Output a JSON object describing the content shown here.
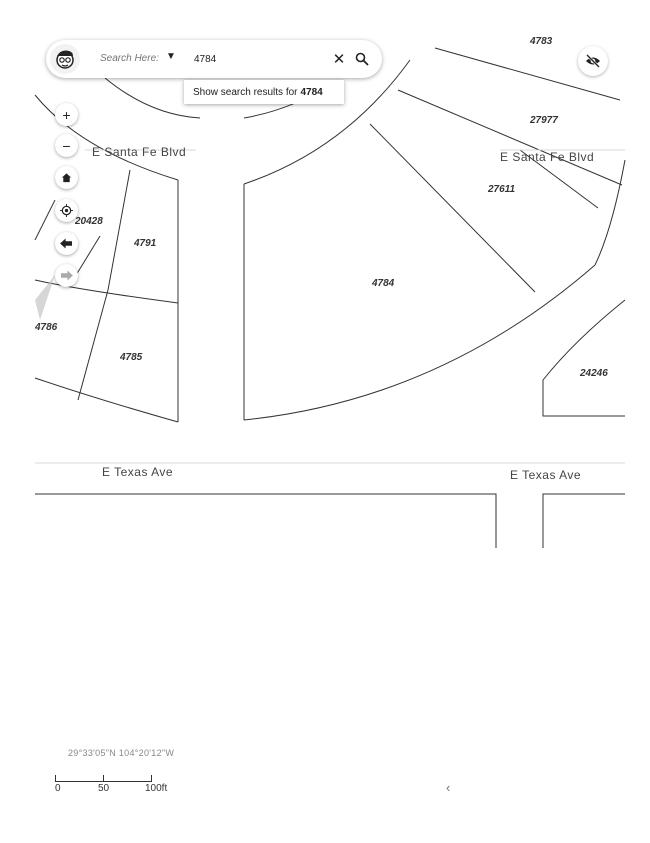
{
  "search": {
    "label": "Search Here:",
    "value": "4784",
    "suggestion_prefix": "Show search results for",
    "suggestion_term": "4784"
  },
  "map": {
    "streets": {
      "santa_fe_left": "E Santa Fe Blvd",
      "santa_fe_right": "E Santa Fe Blvd",
      "texas_left": "E Texas Ave",
      "texas_right": "E Texas Ave"
    },
    "parcels": {
      "p4783": "4783",
      "p27977": "27977",
      "p27611": "27611",
      "p20428": "20428",
      "p4791": "4791",
      "p4784": "4784",
      "p4786": "4786",
      "p4785": "4785",
      "p24246": "24246"
    },
    "coordinates": "29°33'05\"N 104°20'12\"W",
    "scale": {
      "s0": "0",
      "s50": "50",
      "s100": "100ft"
    }
  },
  "icons": [
    "avatar-icon",
    "caret-down-icon",
    "close-icon",
    "search-icon",
    "zoom-in-icon",
    "zoom-out-icon",
    "home-icon",
    "locate-icon",
    "back-arrow-icon",
    "forward-arrow-icon",
    "eye-off-icon",
    "chevron-left-icon"
  ]
}
